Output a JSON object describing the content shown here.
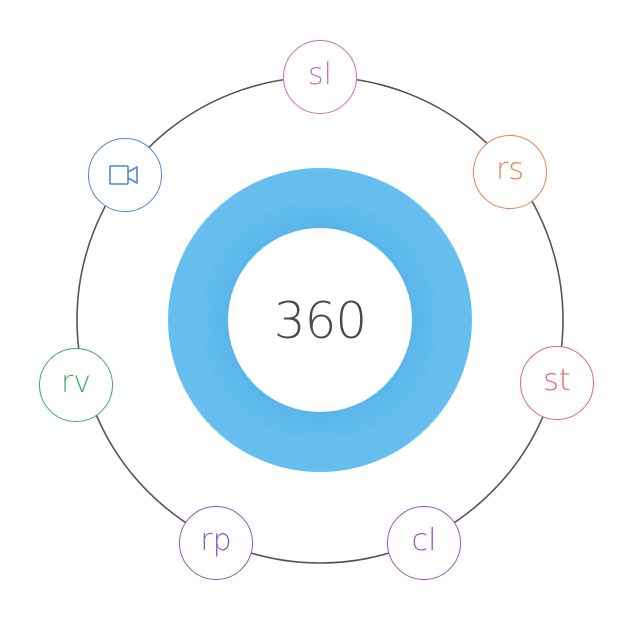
{
  "center": {
    "label": "360",
    "ring_color": "#5ab4ea"
  },
  "orbit": {
    "line_color": "#555555"
  },
  "nodes": [
    {
      "key": "sl",
      "label": "sl",
      "color": "#c86ec8"
    },
    {
      "key": "rs",
      "label": "rs",
      "color": "#ee8050"
    },
    {
      "key": "st",
      "label": "st",
      "color": "#e26a6a"
    },
    {
      "key": "cl",
      "label": "cl",
      "color": "#a252c6"
    },
    {
      "key": "rp",
      "label": "rp",
      "color": "#8e56c0"
    },
    {
      "key": "rv",
      "label": "rv",
      "color": "#3eac66"
    },
    {
      "key": "video",
      "icon": "video-camera-icon",
      "color": "#4e86d4"
    }
  ]
}
